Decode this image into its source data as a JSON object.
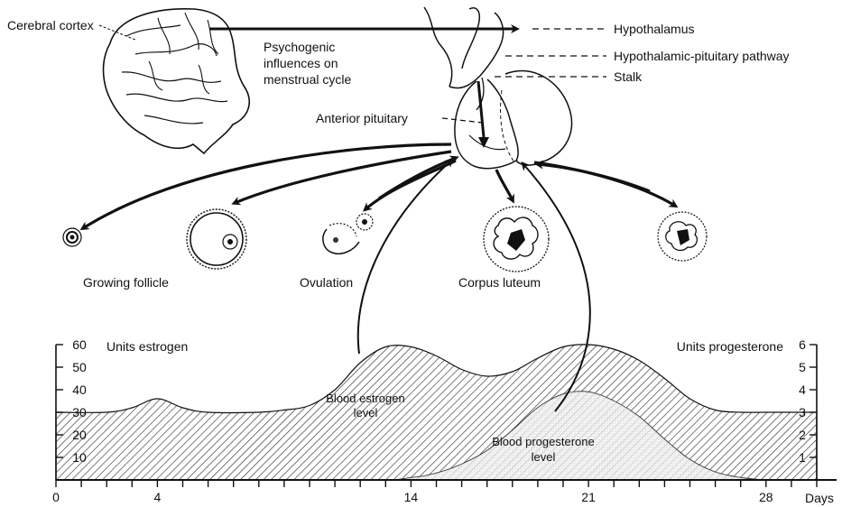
{
  "labels": {
    "cerebral_cortex": "Cerebral cortex",
    "psychogenic": [
      "Psychogenic",
      "influences on",
      "menstrual cycle"
    ],
    "hypothalamus": "Hypothalamus",
    "hypothalamic_pituitary_pathway": "Hypothalamic-pituitary pathway",
    "stalk": "Stalk",
    "anterior_pituitary": "Anterior pituitary",
    "growing_follicle": "Growing follicle",
    "ovulation": "Ovulation",
    "corpus_luteum": "Corpus luteum",
    "blood_estrogen": [
      "Blood estrogen",
      "level"
    ],
    "blood_progesterone": [
      "Blood progesterone",
      "level"
    ]
  },
  "chart_data": {
    "type": "area",
    "title": "",
    "xlabel": "Days",
    "ylabel_left": "Units estrogen",
    "ylabel_right": "Units progesterone",
    "xlim": [
      0,
      30
    ],
    "x_ticks": [
      0,
      4,
      14,
      21,
      28
    ],
    "ylim_left": [
      0,
      60
    ],
    "y_ticks_left": [
      10,
      20,
      30,
      40,
      50,
      60
    ],
    "ylim_right": [
      0,
      6
    ],
    "y_ticks_right": [
      1,
      2,
      3,
      4,
      5,
      6
    ],
    "series": [
      {
        "name": "Blood estrogen level",
        "axis": "left",
        "x": [
          0,
          2,
          3,
          4,
          5,
          6,
          8,
          9,
          10,
          11,
          12,
          13,
          14,
          15,
          16,
          17,
          18,
          19,
          20,
          21,
          22,
          23,
          24,
          25,
          26,
          27,
          28,
          30
        ],
        "y": [
          30,
          30,
          32,
          36,
          32,
          30,
          30,
          31,
          33,
          40,
          52,
          59,
          59,
          55,
          49,
          46,
          48,
          54,
          59,
          60,
          58,
          53,
          45,
          36,
          31,
          30,
          30,
          30
        ]
      },
      {
        "name": "Blood progesterone level",
        "axis": "right",
        "x": [
          0,
          12,
          14,
          15,
          16,
          17,
          18,
          19,
          20,
          21,
          22,
          23,
          24,
          25,
          26,
          27,
          28,
          30
        ],
        "y": [
          0,
          0,
          0.1,
          0.3,
          0.7,
          1.3,
          2.2,
          3.2,
          3.8,
          3.9,
          3.5,
          2.8,
          1.8,
          0.9,
          0.35,
          0.1,
          0,
          0
        ]
      }
    ]
  }
}
